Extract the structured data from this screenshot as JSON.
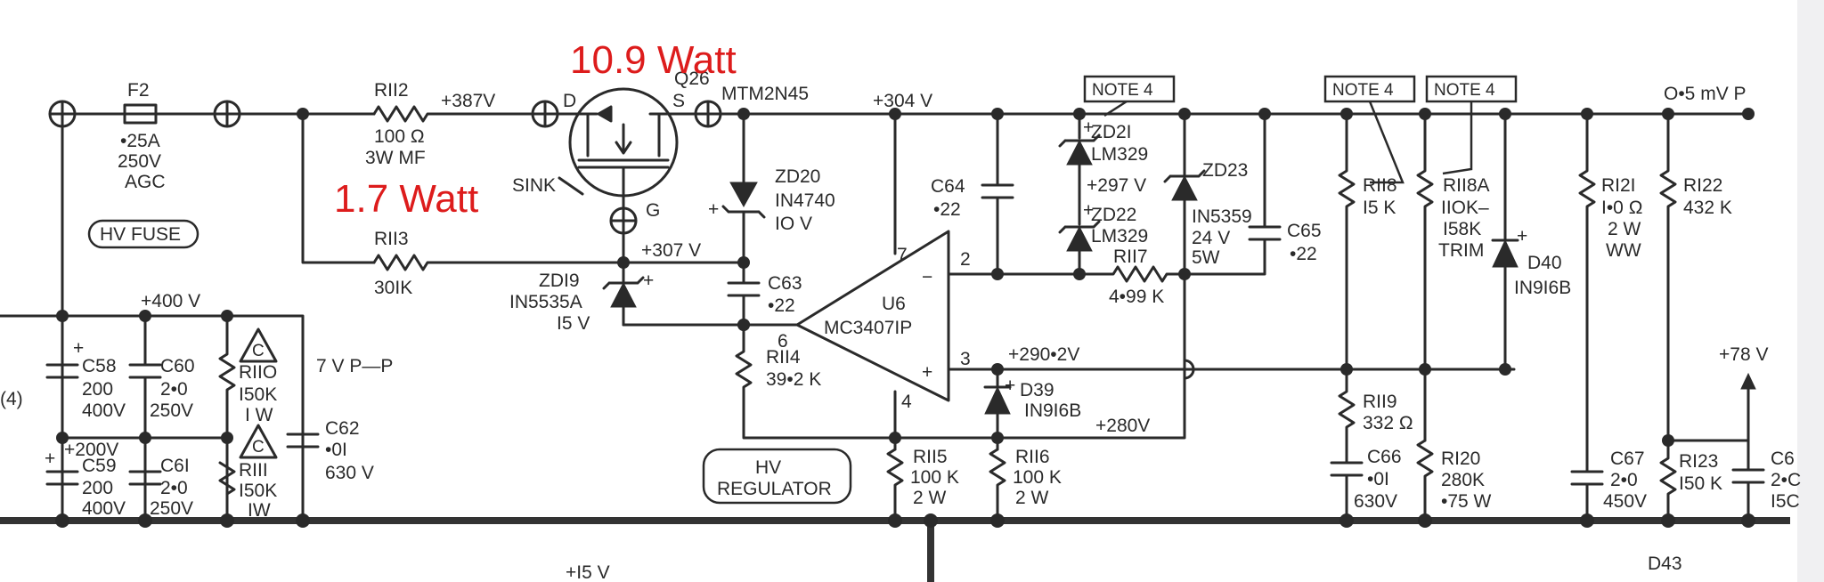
{
  "annotations": {
    "q26_power": "10.9 Watt",
    "r113_power": "1.7 Watt"
  },
  "fuse": {
    "ref": "F2",
    "rating": "•25A",
    "voltage": "250V",
    "type": "AGC",
    "box": "HV FUSE"
  },
  "r112": {
    "ref": "RII2",
    "value": "100 Ω",
    "type": "3W MF"
  },
  "r113": {
    "ref": "RII3",
    "value": "30IK"
  },
  "voltages": {
    "v387": "+387V",
    "v304": "+304 V",
    "v307": "+307 V",
    "v400": "+400 V",
    "v297": "+297 V",
    "v290": "+290•2V",
    "v280": "+280V",
    "v200": "+200V",
    "v78": "+78 V",
    "v15": "+I5 V",
    "out": "O•5 mV P",
    "ripple": "7 V P—P"
  },
  "q26": {
    "ref": "Q26",
    "part": "MTM2N45",
    "d": "D",
    "s": "S",
    "g": "G",
    "sink": "SINK"
  },
  "zd20": {
    "ref": "ZD20",
    "part": "IN4740",
    "value": "IO V"
  },
  "zd19": {
    "ref": "ZDI9",
    "part": "IN5535A",
    "value": "I5 V"
  },
  "c63": {
    "ref": "C63",
    "value": "•22"
  },
  "c64": {
    "ref": "C64",
    "value": "•22"
  },
  "c65": {
    "ref": "C65",
    "value": "•22"
  },
  "zd21": {
    "ref": "ZD2I",
    "part": "LM329"
  },
  "zd22": {
    "ref": "ZD22",
    "part": "LM329"
  },
  "zd23": {
    "ref": "ZD23",
    "part": "IN5359",
    "value": "24 V",
    "power": "5W"
  },
  "r117": {
    "ref": "RII7",
    "value": "4•99 K"
  },
  "u6": {
    "ref": "U6",
    "part": "MC3407IP",
    "p7": "7",
    "p2": "2",
    "p6": "6",
    "p3": "3",
    "p4": "4",
    "minus": "−",
    "plus": "+"
  },
  "r114": {
    "ref": "RII4",
    "value": "39•2 K"
  },
  "d39": {
    "ref": "D39",
    "part": "IN9I6B"
  },
  "d40": {
    "ref": "D40",
    "part": "IN9I6B"
  },
  "r115": {
    "ref": "RII5",
    "value": "100 K",
    "power": "2 W"
  },
  "r116": {
    "ref": "RII6",
    "value": "100 K",
    "power": "2 W"
  },
  "hv_reg": {
    "line1": "HV",
    "line2": "REGULATOR"
  },
  "notes": {
    "n1": "NOTE 4",
    "n2": "NOTE 4",
    "n3": "NOTE 4"
  },
  "r118": {
    "ref": "RII8",
    "value": "I5 K"
  },
  "r118a": {
    "ref": "RII8A",
    "value1": "IIOK–",
    "value2": "I58K",
    "value3": "TRIM"
  },
  "r119": {
    "ref": "RII9",
    "value": "332 Ω"
  },
  "c66": {
    "ref": "C66",
    "value": "•0I",
    "voltage": "630V"
  },
  "r120": {
    "ref": "RI20",
    "value": "280K",
    "power": "•75 W"
  },
  "r121": {
    "ref": "RI2I",
    "value": "I•0 Ω",
    "power": "2 W",
    "type": "WW"
  },
  "r122": {
    "ref": "RI22",
    "value": "432 K"
  },
  "c67": {
    "ref": "C67",
    "value": "2•0",
    "voltage": "450V"
  },
  "r123": {
    "ref": "RI23",
    "value": "I50 K"
  },
  "c6x": {
    "ref": "C6",
    "value": "2•C",
    "voltage": "I5C"
  },
  "d43": {
    "ref": "D43"
  },
  "c58": {
    "ref": "C58",
    "value": "200",
    "voltage": "400V"
  },
  "c60": {
    "ref": "C60",
    "value": "2•0",
    "voltage": "250V"
  },
  "r110": {
    "ref": "RIIO",
    "value": "I50K",
    "power": "I W",
    "tag": "C"
  },
  "c62": {
    "ref": "C62",
    "value": "•0I",
    "voltage": "630 V"
  },
  "c59": {
    "ref": "C59",
    "value": "200",
    "voltage": "400V"
  },
  "c61": {
    "ref": "C6I",
    "value": "2•0",
    "voltage": "250V"
  },
  "r111": {
    "ref": "RIII",
    "value": "I50K",
    "power": "IW",
    "tag": "C"
  },
  "left_ref": "(4)"
}
